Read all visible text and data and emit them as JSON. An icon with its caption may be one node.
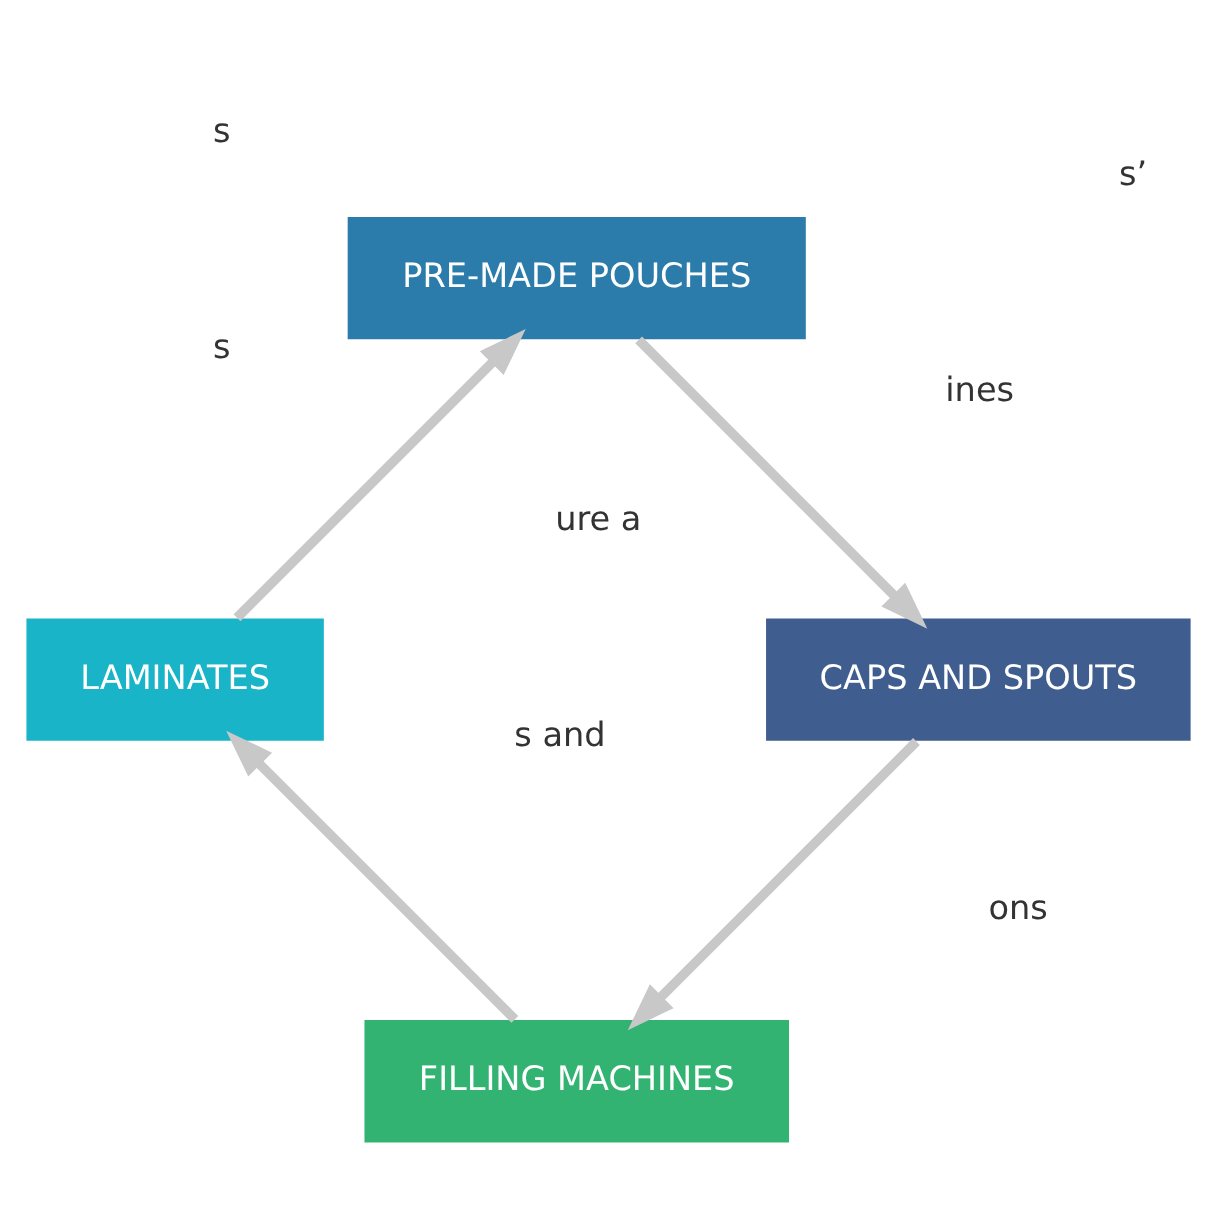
{
  "diagram": {
    "nodes": [
      {
        "text": [
          "FILLING MACHINES"
        ]
      },
      {
        "text": [
          "LAMINATES"
        ]
      },
      {
        "text": [
          "PRE-MADE POUCHES"
        ]
      },
      {
        "text": [
          "CAPS AND SPOUTS"
        ]
      }
    ],
    "edges": [
      {
        "from": 0,
        "to": 1,
        "arrow": "to"
      },
      {
        "from": 1,
        "to": 2,
        "arrow": "to"
      },
      {
        "from": 2,
        "to": 3,
        "arrow": "to"
      },
      {
        "from": 3,
        "to": 0,
        "arrow": "to"
      }
    ],
    "labels": [
      "s",
      "ure a",
      "ines",
      "ons",
      "s",
      "s and",
      "s’"
    ]
  }
}
